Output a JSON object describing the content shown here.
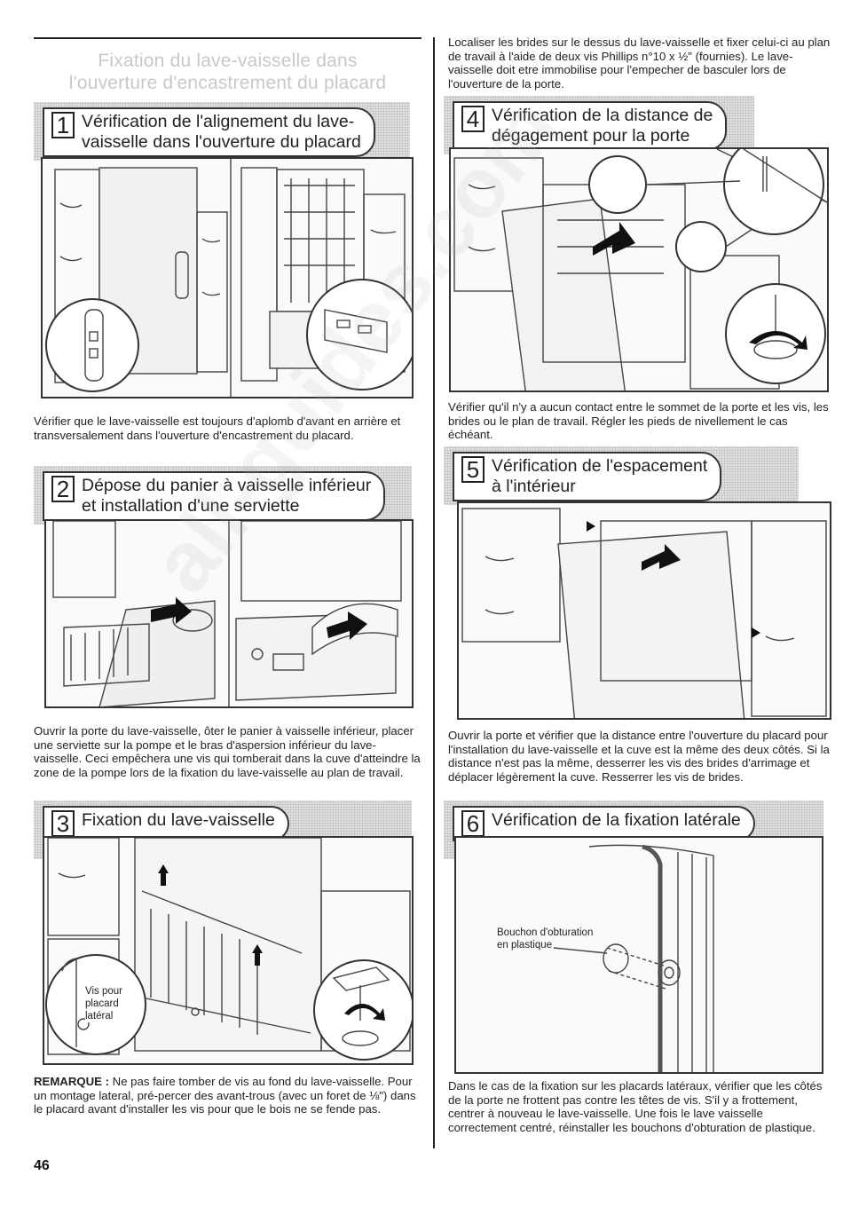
{
  "section_title_lines": [
    "Fixation du lave-vaisselle dans",
    "l'ouverture d'encastrement du placard"
  ],
  "step1": {
    "number": "1",
    "title": "Vérification de l'alignement du lave-\nvaisselle dans l'ouverture du placard",
    "text": "Vérifier que le lave-vaisselle est toujours d'aplomb d'avant en arrière et transversalement dans l'ouverture d'encastrement du placard."
  },
  "step2": {
    "number": "2",
    "title": "Dépose du panier à vaisselle inférieur\net installation d'une serviette",
    "text": "Ouvrir la porte du lave-vaisselle, ôter le panier à vaisselle inférieur, placer une serviette sur la pompe et le bras d'aspersion inférieur du lave-vaisselle. Ceci empêchera une vis qui tomberait dans la cuve d'atteindre la zone de la pompe lors de la fixation du lave-vaisselle au plan de travail."
  },
  "step3": {
    "number": "3",
    "title": "Fixation du lave-vaisselle",
    "callout": "Vis pour\nplacard\nlatéral",
    "note_label": "REMARQUE :",
    "note_text": " Ne pas faire tomber de vis au fond du lave-vaisselle. Pour un montage lateral, pré-percer des avant-trous (avec un foret de ⅛\") dans le placard avant d'installer les vis pour que le bois ne se fende pas."
  },
  "right_intro": "Localiser les brides sur le dessus du lave-vaisselle et fixer celui-ci au plan de travail à l'aide de deux vis Phillips n°10 x ½\" (fournies). Le lave-vaisselle doit etre immobilise pour l'empecher de basculer lors de l'ouverture de la porte.",
  "step4": {
    "number": "4",
    "title": "Vérification de la distance de\ndégagement pour la porte",
    "text": "Vérifier qu'il n'y a aucun contact entre le sommet de la porte et les vis, les brides ou le plan de travail. Régler les pieds de nivellement le cas échéant."
  },
  "step5": {
    "number": "5",
    "title": "Vérification de l'espacement\nà l'intérieur",
    "text": "Ouvrir la porte et vérifier que la distance entre l'ouverture du placard pour l'installation du lave-vaisselle et la cuve est la même des deux côtés. Si la distance n'est pas la même, desserrer les vis des brides d'arrimage et déplacer légèrement la cuve. Resserrer les vis de brides."
  },
  "step6": {
    "number": "6",
    "title": "Vérification de la fixation latérale",
    "callout": "Bouchon d'obturation\nen plastique",
    "text": "Dans le cas de la fixation sur les placards latéraux, vérifier que les côtés de la porte ne frottent pas contre les têtes de vis. S'il y a frottement, centrer à nouveau le lave-vaisselle. Une fois le lave vaisselle correctement centré, réinstaller les bouchons d'obturation de plastique."
  },
  "page_number": "46",
  "watermark_text": "all-guides.com"
}
